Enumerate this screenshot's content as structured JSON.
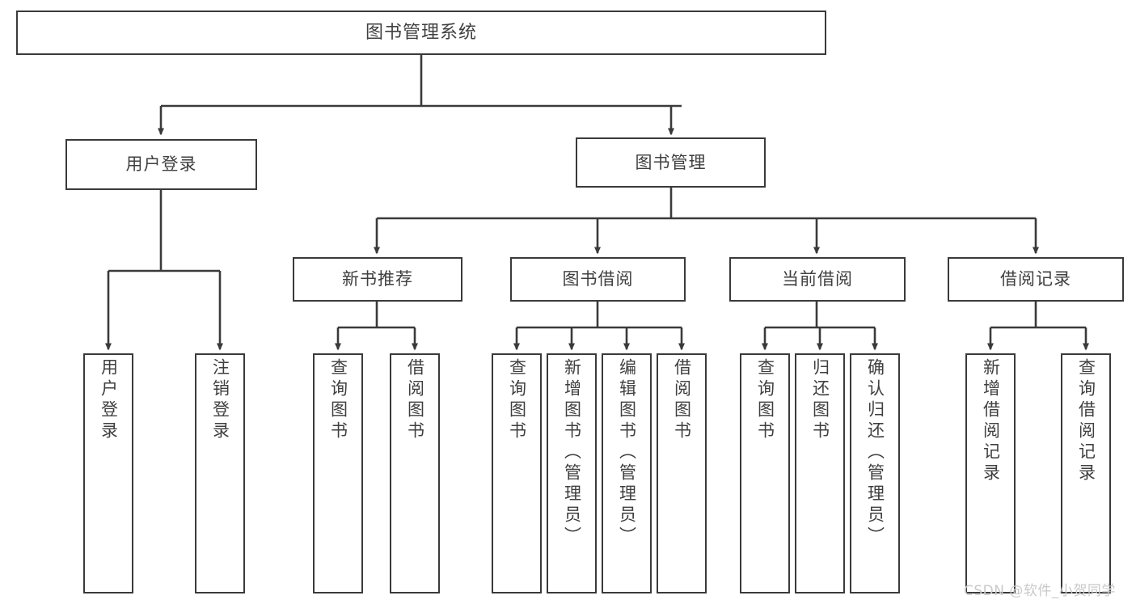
{
  "diagram": {
    "title": "图书管理系统",
    "root": {
      "label": "图书管理系统"
    },
    "tier1": [
      {
        "label": "用户登录"
      },
      {
        "label": "图书管理"
      }
    ],
    "tier2": [
      {
        "label": "新书推荐"
      },
      {
        "label": "图书借阅"
      },
      {
        "label": "当前借阅"
      },
      {
        "label": "借阅记录"
      }
    ],
    "leaves": {
      "user_login": [
        {
          "label": "用户登录"
        },
        {
          "label": "注销登录"
        }
      ],
      "new_book_recommend": [
        {
          "label": "查询图书"
        },
        {
          "label": "借阅图书"
        }
      ],
      "book_borrow": [
        {
          "label": "查询图书"
        },
        {
          "label": "新增图书（管理员）"
        },
        {
          "label": "编辑图书（管理员）"
        },
        {
          "label": "借阅图书"
        }
      ],
      "current_borrow": [
        {
          "label": "查询图书"
        },
        {
          "label": "归还图书"
        },
        {
          "label": "确认归还（管理员）"
        }
      ],
      "borrow_record": [
        {
          "label": "新增借阅记录"
        },
        {
          "label": "查询借阅记录"
        }
      ]
    }
  },
  "watermark": {
    "text": "CSDN @软件_小贺同学"
  },
  "colors": {
    "border": "#3a3a3a",
    "text": "#3f3f3f",
    "background": "#ffffff",
    "watermark": "#c9c9c9"
  }
}
